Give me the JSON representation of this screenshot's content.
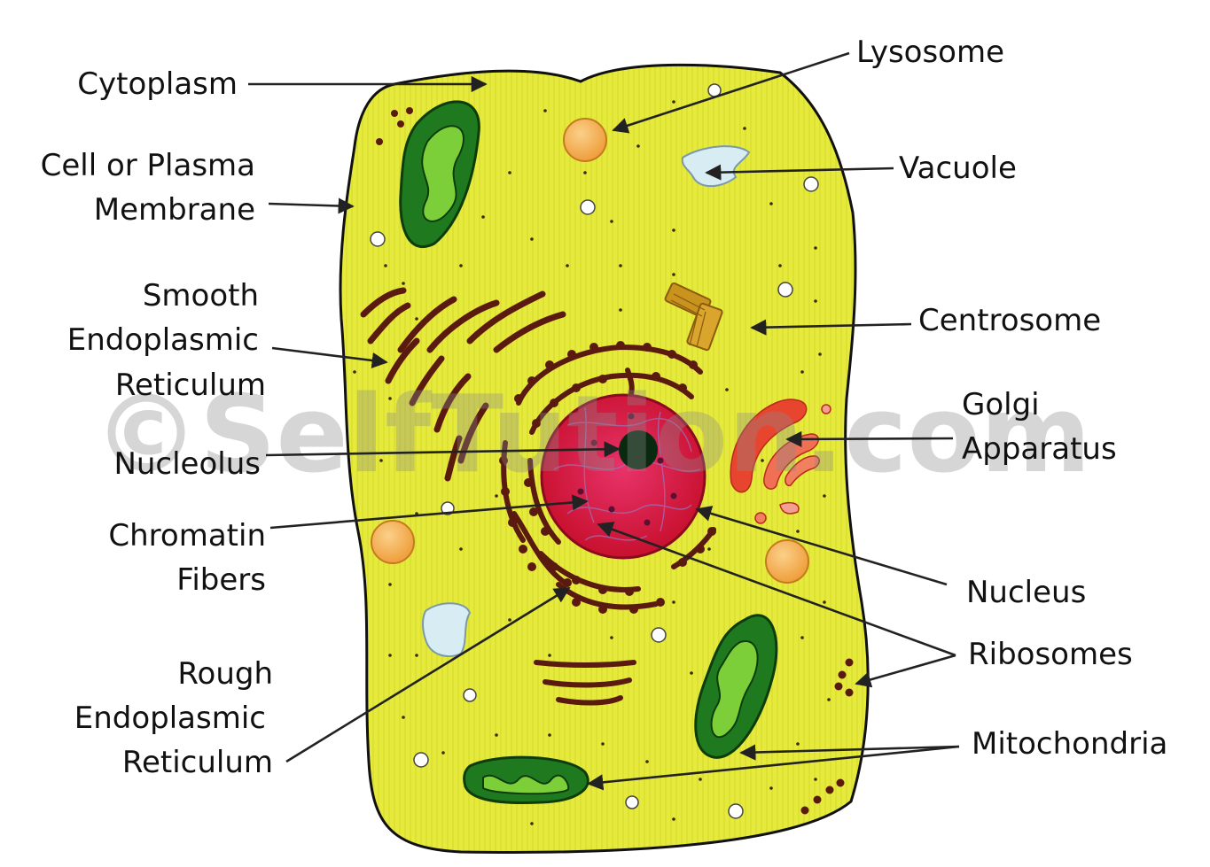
{
  "labels": {
    "cytoplasm": "Cytoplasm",
    "membrane_1": "Cell or Plasma",
    "membrane_2": "Membrane",
    "ser_1": "Smooth",
    "ser_2": "Endoplasmic",
    "ser_3": "Reticulum",
    "nucleolus": "Nucleolus",
    "chromatin_1": "Chromatin",
    "chromatin_2": "Fibers",
    "rer_1": "Rough",
    "rer_2": "Endoplasmic",
    "rer_3": "Reticulum",
    "lysosome": "Lysosome",
    "vacuole": "Vacuole",
    "centrosome": "Centrosome",
    "golgi_1": "Golgi",
    "golgi_2": "Apparatus",
    "nucleus": "Nucleus",
    "ribosomes": "Ribosomes",
    "mitochondria": "Mitochondria"
  },
  "watermark": "©SelfTution.com",
  "colors": {
    "cytoplasm": "#e6ea3c",
    "membrane": "#111111",
    "nucleus": "#d91c4a",
    "nucleolus": "#0a2a10",
    "er": "#5a1a10",
    "mitochondria": "#1f7a1f",
    "golgi": "#e8452e",
    "centrosome": "#c8941e",
    "lysosome": "#f4a640",
    "vacuole": "#d8ecf4"
  }
}
